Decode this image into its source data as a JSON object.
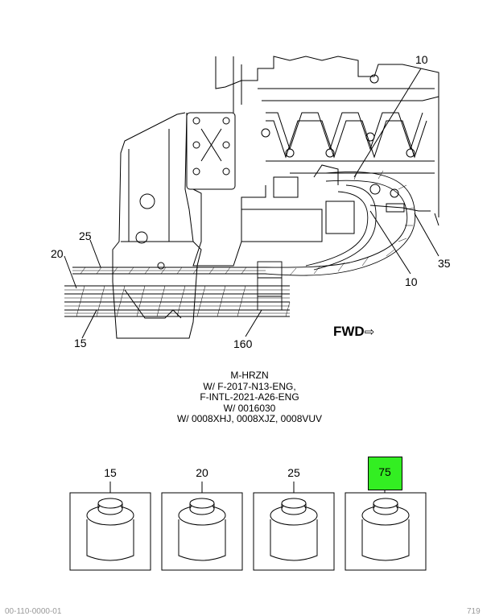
{
  "callouts": {
    "c10_top": "10",
    "c25": "25",
    "c20": "20",
    "c15": "15",
    "c160": "160",
    "c10_bottom": "10",
    "c35": "35"
  },
  "direction": {
    "label": "FWD",
    "arrow": "⇨"
  },
  "notes": [
    "M-HRZN",
    "W/ F-2017-N13-ENG,",
    "F-INTL-2021-A26-ENG",
    "W/ 0016030",
    "W/ 0008XHJ, 0008XJZ, 0008VUV"
  ],
  "parts": [
    {
      "label": "15",
      "highlighted": false
    },
    {
      "label": "20",
      "highlighted": false
    },
    {
      "label": "25",
      "highlighted": false
    },
    {
      "label": "75",
      "highlighted": true
    }
  ],
  "highlight_color": "#33ee22",
  "footer": {
    "left": "00-110-0000-01",
    "right": "719"
  }
}
